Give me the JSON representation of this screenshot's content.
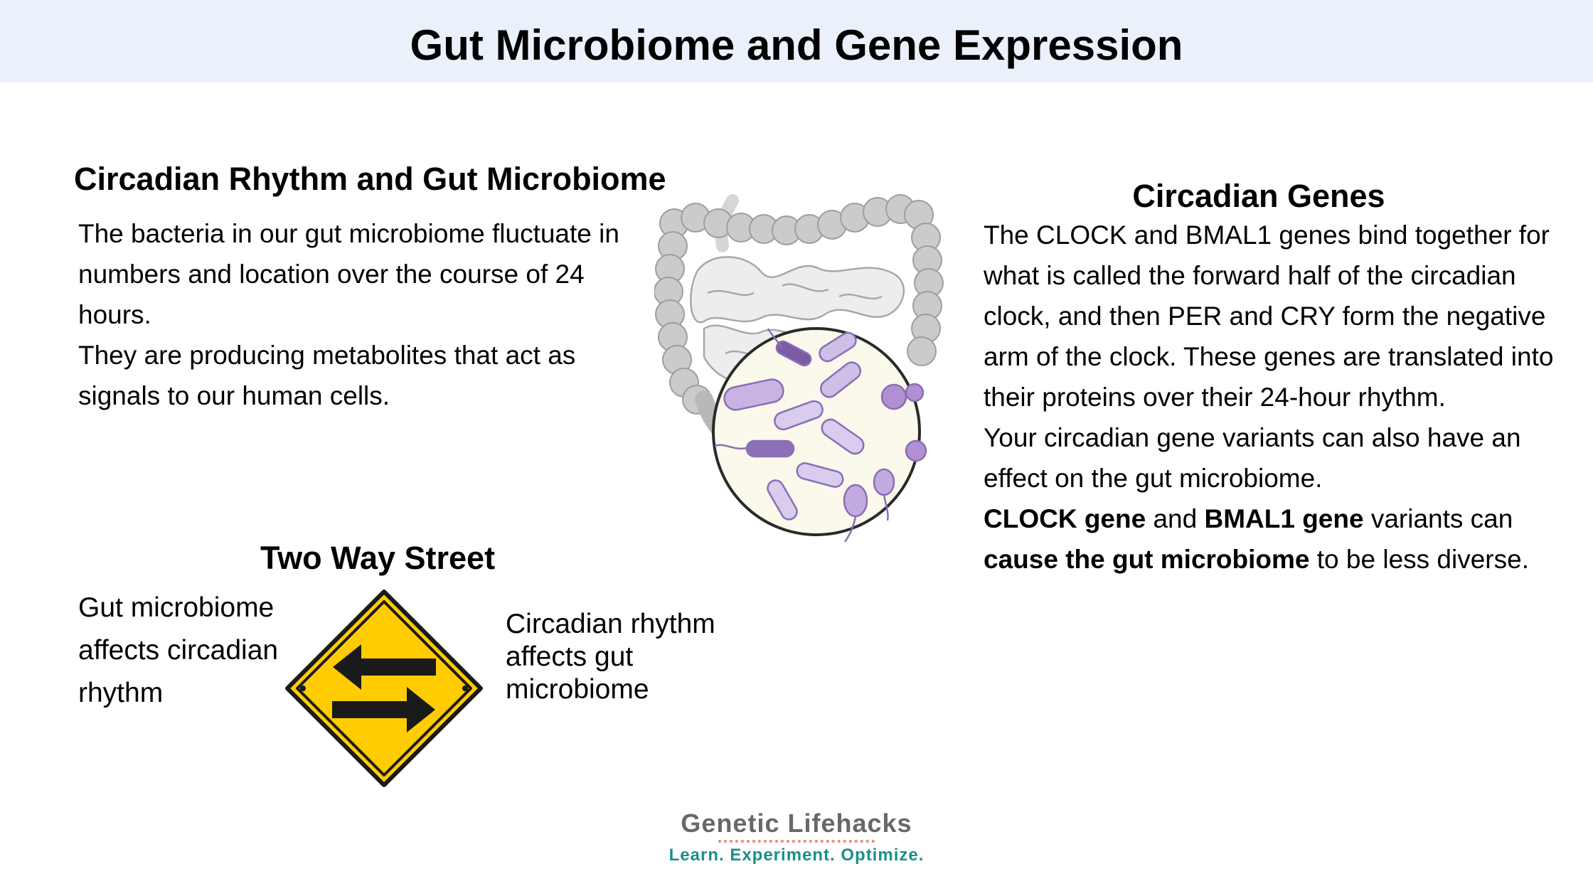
{
  "title": "Gut Microbiome and Gene Expression",
  "left_section": {
    "heading": "Circadian Rhythm and Gut Microbiome",
    "lines": [
      "The bacteria in our gut microbiome fluctuate in",
      "numbers and location over the course of 24",
      "hours.",
      "They are producing metabolites that act as",
      "signals to our human cells."
    ]
  },
  "right_section": {
    "heading": "Circadian Genes",
    "lines": [
      "The CLOCK and BMAL1 genes bind together for",
      "what is called the forward half of the circadian",
      "clock, and then PER and CRY form the negative",
      "arm of the clock. These genes are translated into",
      "their proteins over their 24-hour rhythm.",
      "Your circadian gene variants can also have an",
      "effect on the gut microbiome."
    ],
    "bold_line_1": {
      "clock_gene": "CLOCK gene",
      "and": " and ",
      "bmal1_gene": "BMAL1 gene",
      "rest": " variants can"
    },
    "bold_line_2": {
      "cause": "cause the gut microbiome",
      "rest": " to be less diverse."
    }
  },
  "two_way": {
    "heading": "Two Way Street",
    "left_lines": [
      "Gut microbiome",
      "affects circadian",
      "rhythm"
    ],
    "right_lines": [
      "Circadian rhythm",
      "affects gut",
      "microbiome"
    ]
  },
  "logo": {
    "name": "Genetic Lifehacks",
    "tagline": "Learn. Experiment. Optimize."
  },
  "colors": {
    "banner": "#eaf1fa",
    "sign_yellow": "#ffcc00",
    "sign_black": "#1a1a1a",
    "intestine_gray": "#c9c9c9",
    "bacteria_purple": "#b9a3d6",
    "logo_gray": "#686868",
    "logo_teal": "#1b8f8c"
  },
  "icons": [
    "intestine-microbiome-illustration",
    "two-way-traffic-sign-icon"
  ]
}
